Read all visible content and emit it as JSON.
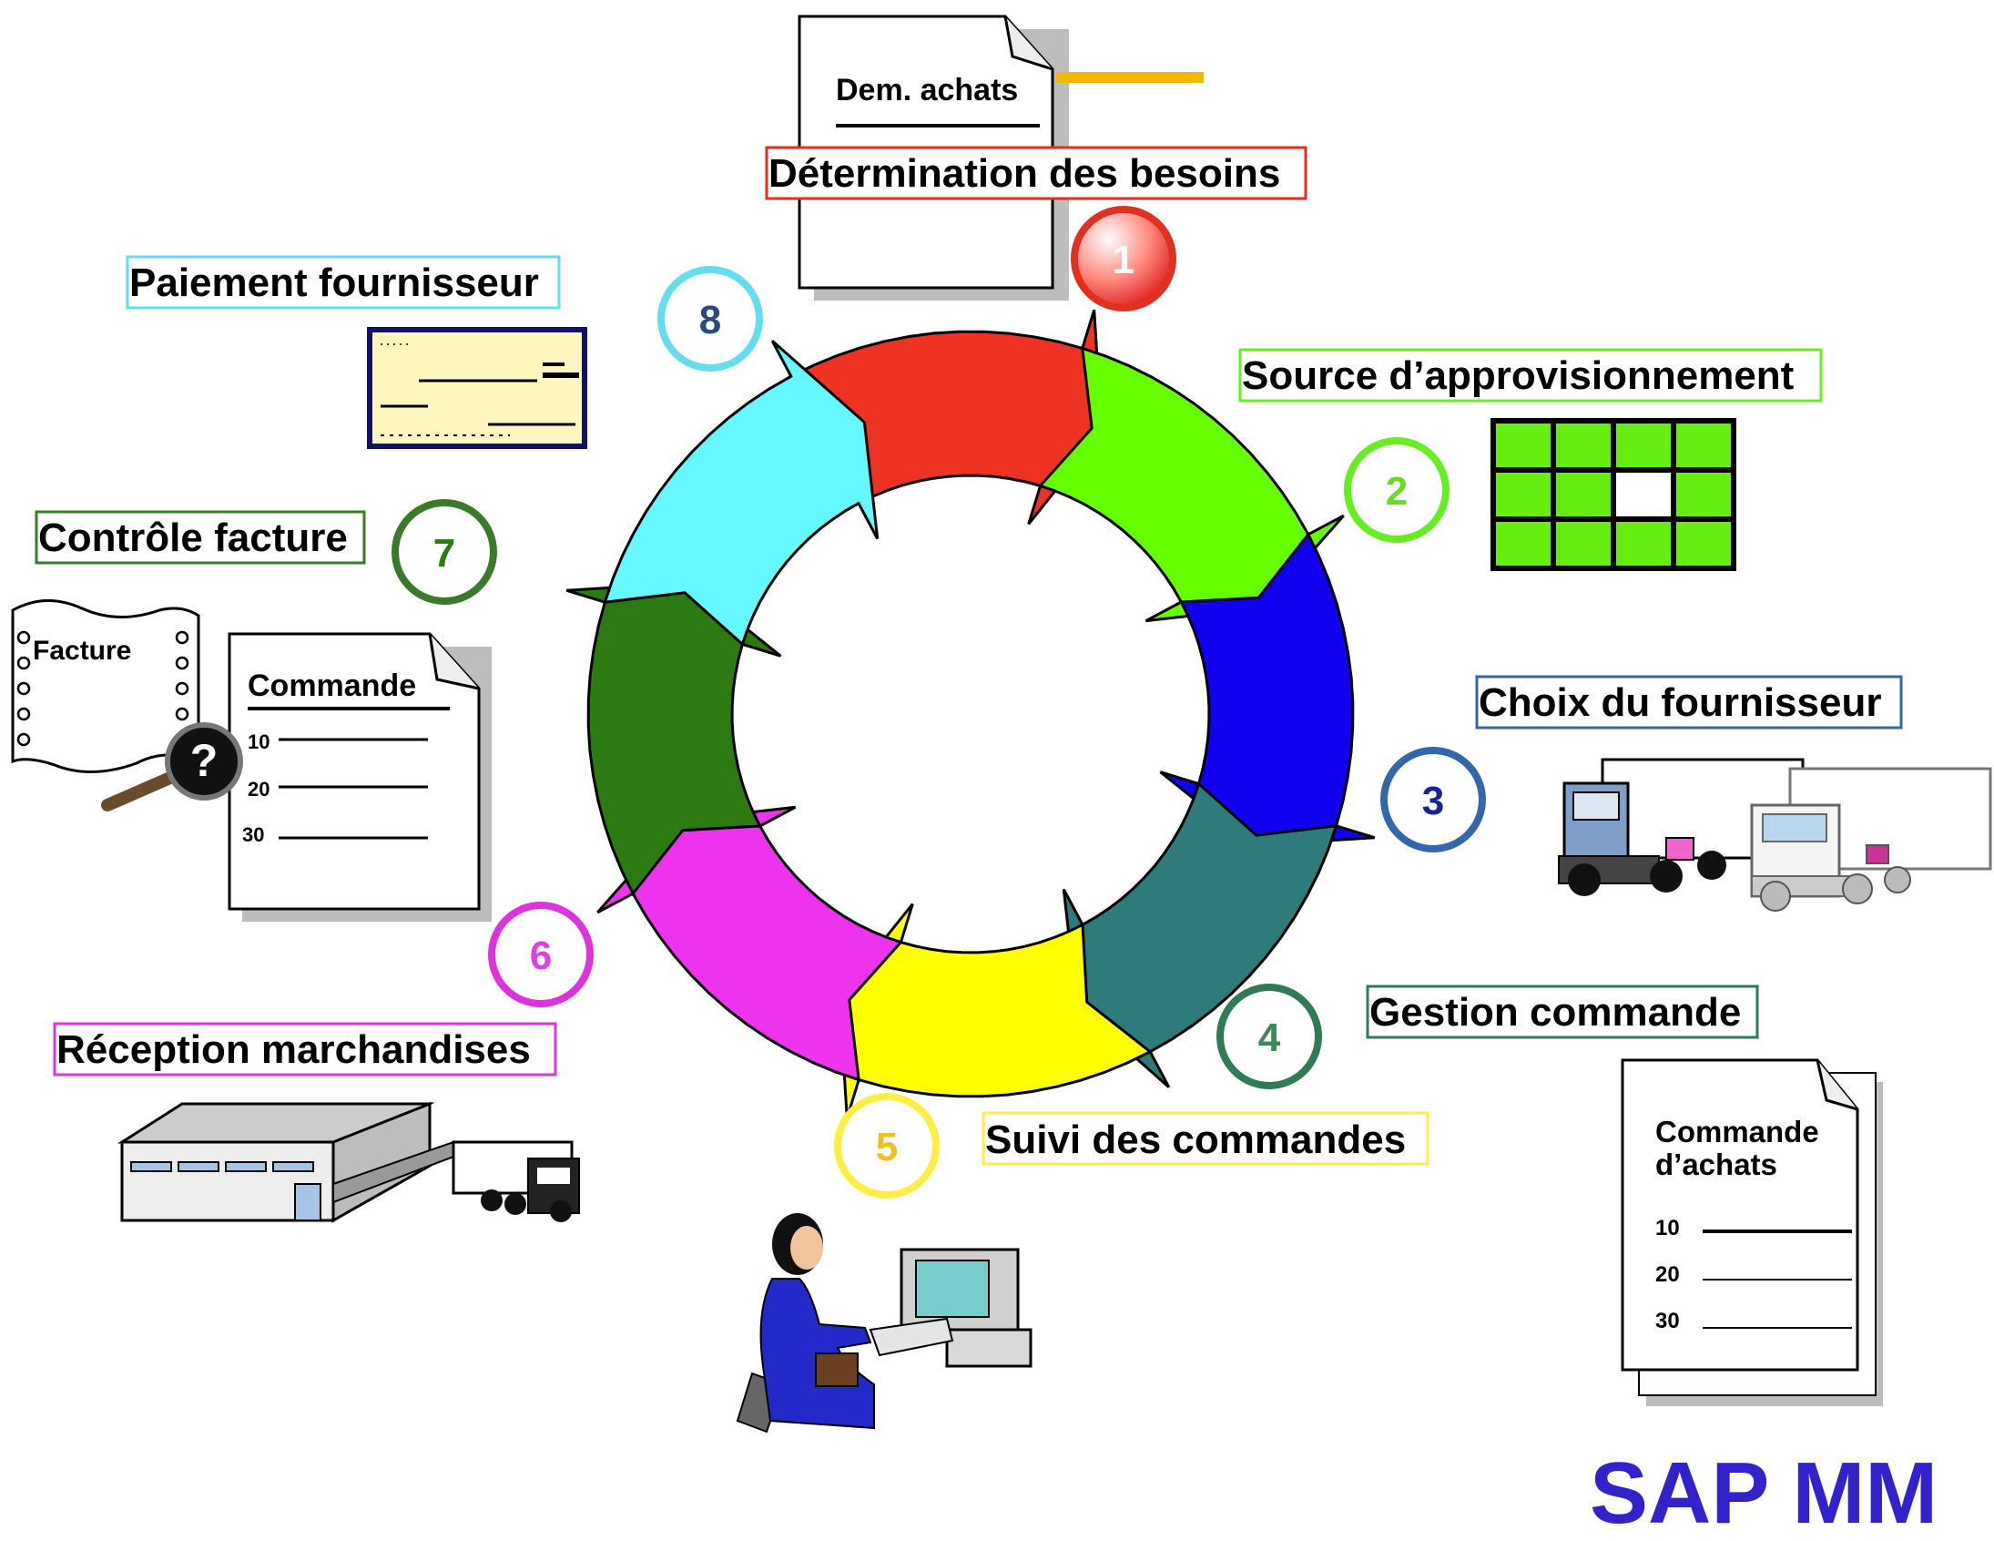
{
  "steps": [
    {
      "num": "1",
      "label": "Détermination des besoins",
      "color": "#ee3322",
      "border": "#e03020"
    },
    {
      "num": "2",
      "label": "Source d’approvisionnement",
      "color": "#66ff00",
      "border": "#66ee22"
    },
    {
      "num": "3",
      "label": "Choix du fournisseur",
      "color": "#1100ee",
      "border": "#3366aa"
    },
    {
      "num": "4",
      "label": "Gestion commande",
      "color": "#2e7b7b",
      "border": "#2e7b55"
    },
    {
      "num": "5",
      "label": "Suivi des commandes",
      "color": "#ffff00",
      "border": "#ffee44"
    },
    {
      "num": "6",
      "label": "Réception marchandises",
      "color": "#ee33ee",
      "border": "#dd33dd"
    },
    {
      "num": "7",
      "label": "Contrôle facture",
      "color": "#2d7a12",
      "border": "#3a7a2a"
    },
    {
      "num": "8",
      "label": "Paiement fournisseur",
      "color": "#66f8ff",
      "border": "#66ddee"
    }
  ],
  "doc_demande": {
    "title": "Dem. achats"
  },
  "doc_facture": {
    "title": "Facture"
  },
  "doc_commande": {
    "title": "Commande",
    "lines": [
      "10",
      "20",
      "30"
    ]
  },
  "doc_commande_achats": {
    "title_line1": "Commande",
    "title_line2": "d’achats",
    "lines": [
      "10",
      "20",
      "30"
    ]
  },
  "brand": {
    "text": "SAP MM",
    "color": "#3322cc"
  }
}
